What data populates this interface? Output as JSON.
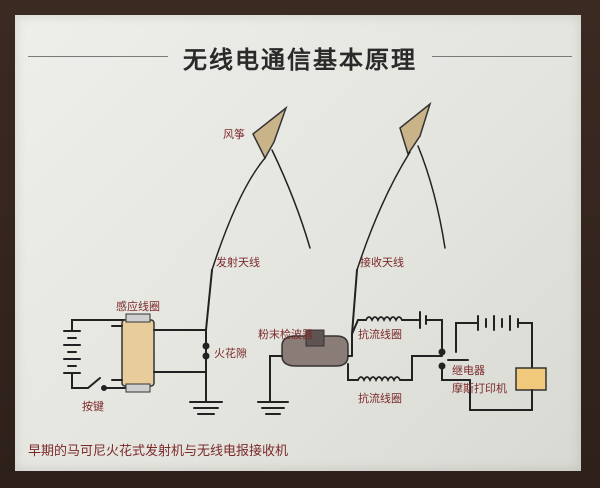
{
  "title": "无线电通信基本原理",
  "caption": "早期的马可尼火花式发射机与无线电报接收机",
  "labels": {
    "kite": "风筝",
    "transmit_antenna": "发射天线",
    "receive_antenna": "接收天线",
    "induction_coil": "感应线圈",
    "spark_gap": "火花隙",
    "key": "按键",
    "coherer": "粉末检波器",
    "choke_top": "抗流线圈",
    "choke_bottom": "抗流线圈",
    "relay": "继电器",
    "morse_printer": "摩斯打印机"
  },
  "colors": {
    "panel": "#e8e8e4",
    "frame": "#3a2a22",
    "label_red": "#7b2a2a",
    "kite_fill": "#c9b48a",
    "coil_fill": "#e8cc9c",
    "printer_fill": "#f0c97a",
    "line": "#222222"
  }
}
